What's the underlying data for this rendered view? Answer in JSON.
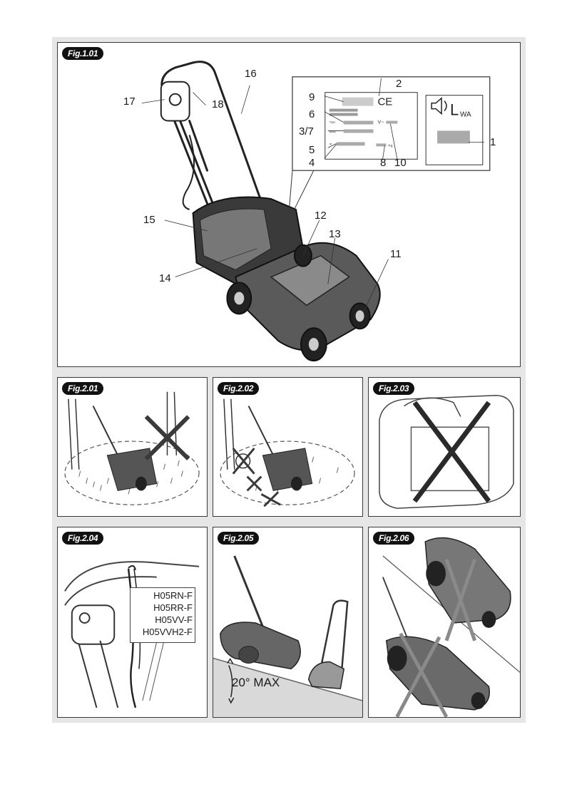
{
  "figures": {
    "fig_1_01": {
      "tag": "Fig.1.01",
      "callouts": [
        "1",
        "2",
        "3/7",
        "4",
        "5",
        "6",
        "8",
        "9",
        "10",
        "11",
        "12",
        "13",
        "14",
        "15",
        "16",
        "17",
        "18"
      ],
      "label_symbol_ce": "CE",
      "label_symbol_lwa": "L",
      "label_symbol_lwa_sub": "WA",
      "label_small": {
        "type": "Type",
        "rpm": "RPM",
        "ip": "IP",
        "v": "V~",
        "kg": "Kg"
      }
    },
    "fig_2_01": {
      "tag": "Fig.2.01"
    },
    "fig_2_02": {
      "tag": "Fig.2.02"
    },
    "fig_2_03": {
      "tag": "Fig.2.03"
    },
    "fig_2_04": {
      "tag": "Fig.2.04",
      "cable_types": [
        "H05RN-F",
        "H05RR-F",
        "H05VV-F",
        "H05VVH2-F"
      ]
    },
    "fig_2_05": {
      "tag": "Fig.2.05",
      "slope_label": "20° MAX"
    },
    "fig_2_06": {
      "tag": "Fig.2.06"
    }
  },
  "colors": {
    "frame_gray": "#e6e6e6",
    "panel_border": "#3a3a3a",
    "ink": "#1a1a1a",
    "cross_gray": "#8a8a8a"
  }
}
